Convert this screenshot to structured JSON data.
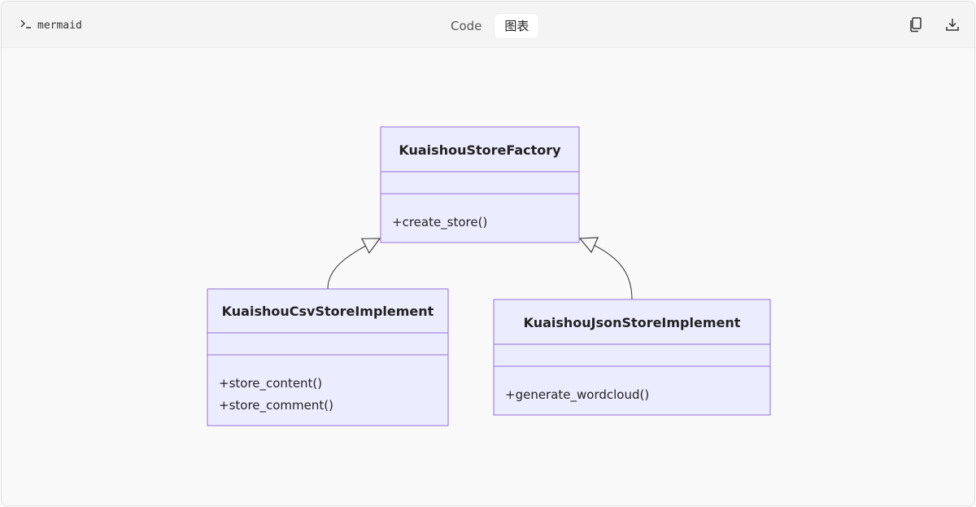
{
  "header": {
    "language": "mermaid",
    "tabs": [
      {
        "label": "Code",
        "active": false
      },
      {
        "label": "图表",
        "active": true
      }
    ],
    "icons": [
      "terminal-prompt-icon",
      "copy-icon",
      "download-icon"
    ]
  },
  "diagram": {
    "type": "classDiagram",
    "colors": {
      "box_fill": "#ECECFF",
      "box_stroke": "#9370DB",
      "line": "#333333"
    },
    "classes": [
      {
        "id": "factory",
        "name": "KuaishouStoreFactory",
        "attributes": [],
        "methods": [
          "+create_store()"
        ]
      },
      {
        "id": "csv",
        "name": "KuaishouCsvStoreImplement",
        "attributes": [],
        "methods": [
          "+store_content()",
          "+store_comment()"
        ]
      },
      {
        "id": "json",
        "name": "KuaishouJsonStoreImplement",
        "attributes": [],
        "methods": [
          "+generate_wordcloud()"
        ]
      }
    ],
    "relations": [
      {
        "from": "csv",
        "to": "factory",
        "type": "inheritance"
      },
      {
        "from": "json",
        "to": "factory",
        "type": "inheritance"
      }
    ]
  }
}
